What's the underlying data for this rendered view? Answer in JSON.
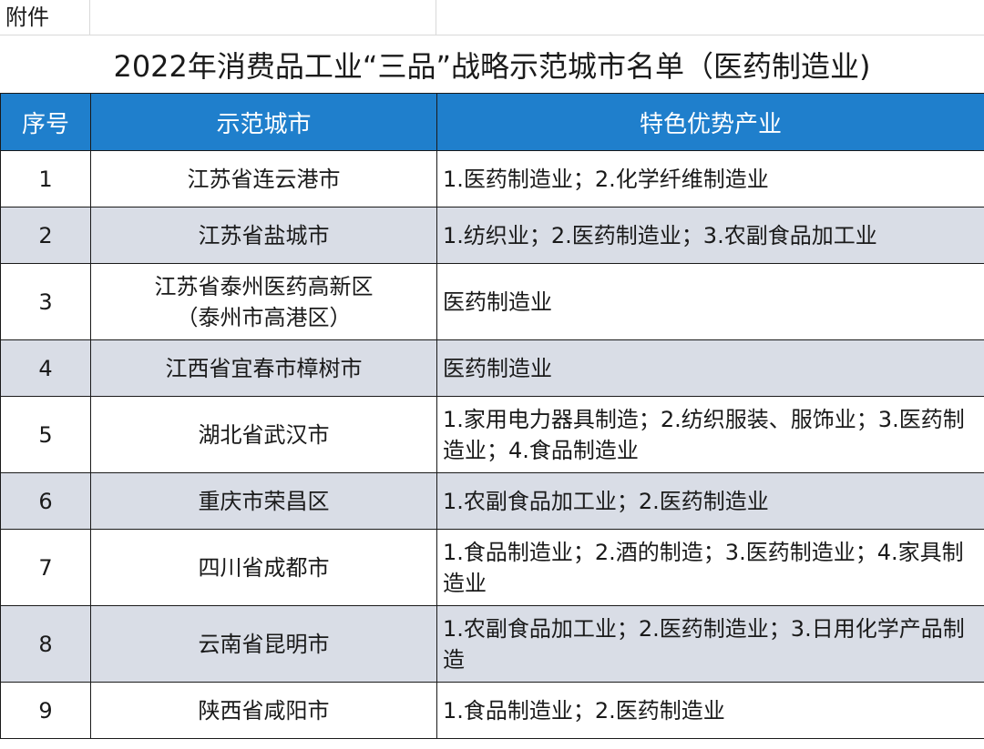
{
  "attachment_label": "附件",
  "title": "2022年消费品工业“三品”战略示范城市名单（医药制造业)",
  "headers": {
    "no": "序号",
    "city": "示范城市",
    "industry": "特色优势产业"
  },
  "rows": [
    {
      "no": "1",
      "city": "江苏省连云港市",
      "city2": "",
      "industry": "1.医药制造业；2.化学纤维制造业"
    },
    {
      "no": "2",
      "city": "江苏省盐城市",
      "city2": "",
      "industry": "1.纺织业；2.医药制造业；3.农副食品加工业"
    },
    {
      "no": "3",
      "city": "江苏省泰州医药高新区",
      "city2": "（泰州市高港区）",
      "industry": "医药制造业"
    },
    {
      "no": "4",
      "city": "江西省宜春市樟树市",
      "city2": "",
      "industry": "医药制造业"
    },
    {
      "no": "5",
      "city": "湖北省武汉市",
      "city2": "",
      "industry": "1.家用电力器具制造；2.纺织服装、服饰业；3.医药制造业；4.食品制造业"
    },
    {
      "no": "6",
      "city": "重庆市荣昌区",
      "city2": "",
      "industry": "1.农副食品加工业；2.医药制造业"
    },
    {
      "no": "7",
      "city": "四川省成都市",
      "city2": "",
      "industry": "1.食品制造业；2.酒的制造；3.医药制造业；4.家具制造业"
    },
    {
      "no": "8",
      "city": "云南省昆明市",
      "city2": "",
      "industry": "1.农副食品加工业；2.医药制造业；3.日用化学产品制造"
    },
    {
      "no": "9",
      "city": "陕西省咸阳市",
      "city2": "",
      "industry": "1.食品制造业；2.医药制造业"
    }
  ]
}
